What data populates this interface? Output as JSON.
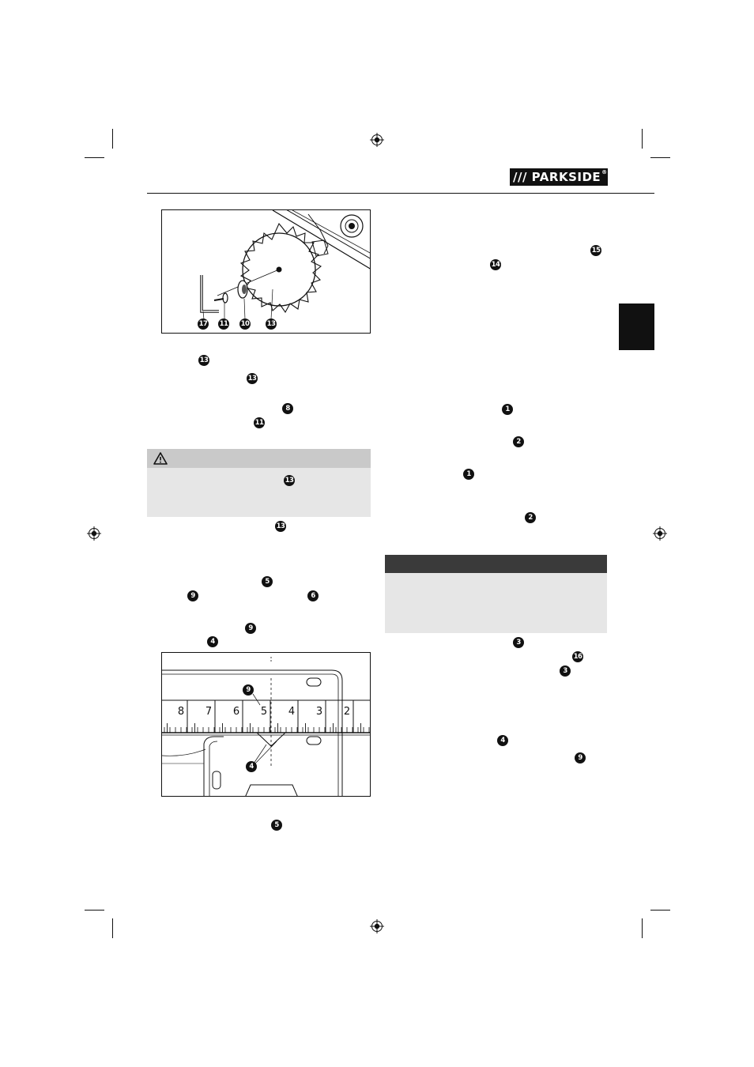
{
  "brand": {
    "logo_text": "PARKSIDE",
    "logo_mark": "///",
    "registered": "®"
  },
  "figure_blade": {
    "callouts": [
      "17",
      "11",
      "10",
      "13"
    ]
  },
  "left_column": {
    "refs": [
      "13",
      "13",
      "8",
      "11",
      "13",
      "5",
      "9",
      "6",
      "9",
      "4",
      "5"
    ]
  },
  "warning_box": {
    "icon": "warning-triangle-icon",
    "ref": "13"
  },
  "figure_scale": {
    "scale_labels": [
      "8",
      "7",
      "6",
      "5",
      "4",
      "3",
      "2"
    ],
    "callouts": [
      "9",
      "4"
    ]
  },
  "right_column": {
    "refs": [
      "15",
      "14",
      "1",
      "2",
      "1",
      "2",
      "3",
      "16",
      "3",
      "4",
      "9"
    ]
  },
  "colors": {
    "ink": "#111111",
    "box_gray": "#e6e6e6",
    "box_head_light": "#c9c9c9",
    "box_head_dark": "#3a3a3a"
  }
}
